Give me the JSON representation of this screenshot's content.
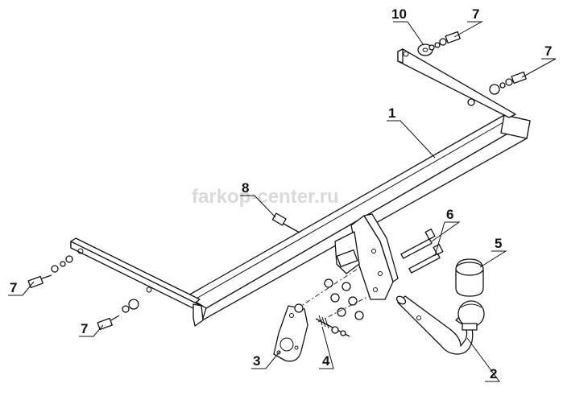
{
  "watermark": "farkop-center.ru",
  "callouts": {
    "c1": "1",
    "c2": "2",
    "c3": "3",
    "c4": "4",
    "c5": "5",
    "c6": "6",
    "c7a": "7",
    "c7b": "7",
    "c7c": "7",
    "c7d": "7",
    "c8": "8",
    "c10": "10"
  },
  "parts": [
    {
      "ref": "1",
      "icon": "crossbar-frame-icon"
    },
    {
      "ref": "2",
      "icon": "tow-ball-neck-icon"
    },
    {
      "ref": "3",
      "icon": "socket-plate-icon"
    },
    {
      "ref": "4",
      "icon": "bolt-spring-washer-icon"
    },
    {
      "ref": "5",
      "icon": "ball-cap-icon"
    },
    {
      "ref": "6",
      "icon": "bolt-pair-icon"
    },
    {
      "ref": "7",
      "icon": "bolt-nut-washer-icon"
    },
    {
      "ref": "8",
      "icon": "bolt-icon"
    },
    {
      "ref": "10",
      "icon": "large-washer-icon"
    }
  ]
}
